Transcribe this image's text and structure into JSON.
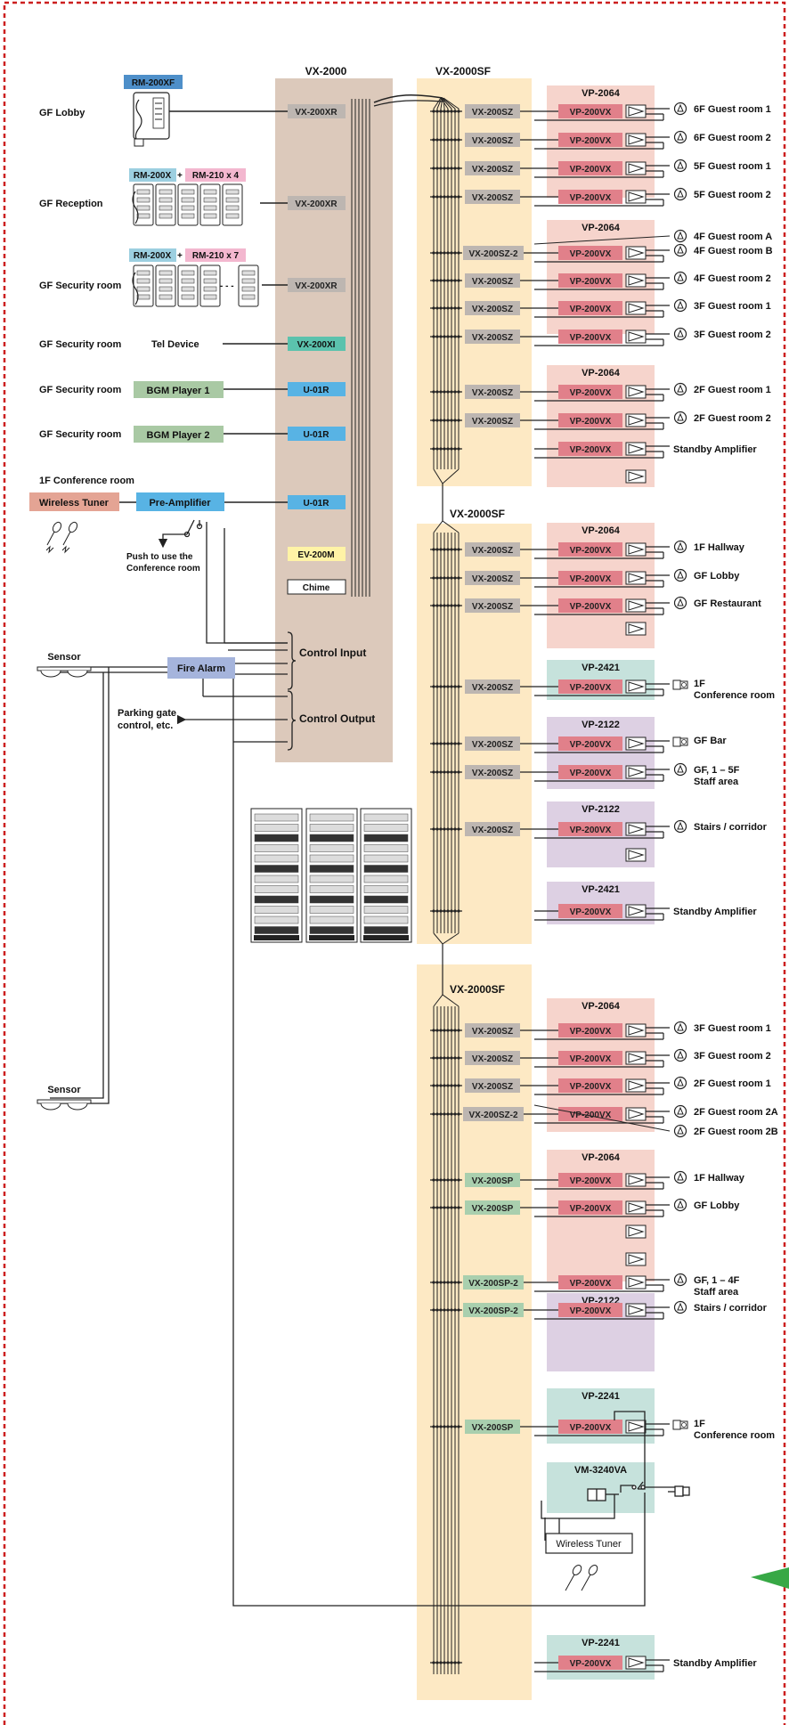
{
  "colors": {
    "border": "#cc1f1f",
    "matrix_panel": "#dcc9bb",
    "sf_panel": "#fde9c4",
    "vp_pink": "#f6d4cc",
    "vp_green": "#c6e2dc",
    "vp_purple": "#ddd0e3",
    "mod_gray": "#bdb6b1",
    "mod_green": "#a9cfae",
    "amp_red": "#e1808a",
    "input_blue": "#58b3e4",
    "input_teal": "#5bc2ad",
    "bgm_green": "#a9c9a4",
    "wireless": "#e4a494",
    "fire_alarm": "#a5b4dc",
    "ev_yellow": "#fff3a6",
    "rm_blue": "#4e8fc9",
    "rm_lightblue": "#9ccfe0",
    "rm_pink": "#f3b7cf",
    "accent_triangle": "#37a845"
  },
  "headers": {
    "vx2000": "VX-2000",
    "sf1": "VX-2000SF",
    "sf2": "VX-2000SF",
    "sf3": "VX-2000SF"
  },
  "inputs": {
    "lobby_label": "GF  Lobby",
    "rm200xf": "RM-200XF",
    "reception_label": "GF  Reception",
    "rm200x_a": "RM-200X",
    "rm210x4": "RM-210 x 4",
    "security1_label": "GF  Security room",
    "rm200x_b": "RM-200X",
    "rm210x7": "RM-210 x 7",
    "security2_label": "GF  Security room",
    "tel_device": "Tel Device",
    "security3_label": "GF  Security room",
    "bgm1": "BGM Player 1",
    "security4_label": "GF  Security room",
    "bgm2": "BGM Player 2",
    "conf_label": "1F  Conference room",
    "wireless_tuner": "Wireless Tuner",
    "pre_amp": "Pre-Amplifier",
    "push_note_1": "Push to use the",
    "push_note_2": "Conference room",
    "sensor_top": "Sensor",
    "sensor_bottom": "Sensor",
    "fire_alarm": "Fire Alarm",
    "parking_1": "Parking gate",
    "parking_2": "control, etc."
  },
  "matrix_modules": {
    "xr1": "VX-200XR",
    "xr2": "VX-200XR",
    "xr3": "VX-200XR",
    "xi": "VX-200XI",
    "u1": "U-01R",
    "u2": "U-01R",
    "u3": "U-01R",
    "ev": "EV-200M",
    "chime": "Chime",
    "control_input": "Control Input",
    "control_output": "Control Output",
    "dots": "- - -"
  },
  "vp_groups": [
    {
      "label": "VP-2064"
    },
    {
      "label": "VP-2064"
    },
    {
      "label": "VP-2064"
    },
    {
      "label": "VP-2064"
    },
    {
      "label": "VP-2421"
    },
    {
      "label": "VP-2122"
    },
    {
      "label": "VP-2122"
    },
    {
      "label": "VP-2421"
    },
    {
      "label": "VP-2064"
    },
    {
      "label": "VP-2064"
    },
    {
      "label": "VP-2122"
    },
    {
      "label": "VP-2241"
    },
    {
      "label": "VM-3240VA"
    },
    {
      "label": "VP-2241"
    }
  ],
  "channels": [
    {
      "module": "VX-200SZ",
      "amp": "VP-200VX",
      "out": "6F  Guest room 1"
    },
    {
      "module": "VX-200SZ",
      "amp": "VP-200VX",
      "out": "6F  Guest room 2"
    },
    {
      "module": "VX-200SZ",
      "amp": "VP-200VX",
      "out": "5F  Guest room 1"
    },
    {
      "module": "VX-200SZ",
      "amp": "VP-200VX",
      "out": "5F  Guest room 2"
    },
    {
      "module": "VX-200SZ-2",
      "amp": "VP-200VX",
      "out": "4F  Guest room B",
      "out2": "4F  Guest room A"
    },
    {
      "module": "VX-200SZ",
      "amp": "VP-200VX",
      "out": "4F  Guest room 2"
    },
    {
      "module": "VX-200SZ",
      "amp": "VP-200VX",
      "out": "3F  Guest room 1"
    },
    {
      "module": "VX-200SZ",
      "amp": "VP-200VX",
      "out": "3F  Guest room 2"
    },
    {
      "module": "VX-200SZ",
      "amp": "VP-200VX",
      "out": "2F  Guest room 1"
    },
    {
      "module": "VX-200SZ",
      "amp": "VP-200VX",
      "out": "2F  Guest room 2"
    },
    {
      "module": "",
      "amp": "VP-200VX",
      "out": "Standby Amplifier"
    },
    {
      "module": "VX-200SZ",
      "amp": "VP-200VX",
      "out": "1F    Hallway"
    },
    {
      "module": "VX-200SZ",
      "amp": "VP-200VX",
      "out": "GF   Lobby"
    },
    {
      "module": "VX-200SZ",
      "amp": "VP-200VX",
      "out": "GF   Restaurant"
    },
    {
      "module": "VX-200SZ",
      "amp": "VP-200VX",
      "out": "1F",
      "out2": "Conference room"
    },
    {
      "module": "VX-200SZ",
      "amp": "VP-200VX",
      "out": "GF  Bar"
    },
    {
      "module": "VX-200SZ",
      "amp": "VP-200VX",
      "out": "GF, 1 – 5F",
      "out2": "Staff area"
    },
    {
      "module": "VX-200SZ",
      "amp": "VP-200VX",
      "out": "Stairs / corridor"
    },
    {
      "module": "",
      "amp": "VP-200VX",
      "out": "Standby Amplifier"
    },
    {
      "module": "VX-200SZ",
      "amp": "VP-200VX",
      "out": "3F  Guest room 1"
    },
    {
      "module": "VX-200SZ",
      "amp": "VP-200VX",
      "out": "3F  Guest room 2"
    },
    {
      "module": "VX-200SZ",
      "amp": "VP-200VX",
      "out": "2F  Guest room 1"
    },
    {
      "module": "VX-200SZ-2",
      "amp": "VP-200VX",
      "out": "2F  Guest room 2A",
      "out2": "2F  Guest room 2B"
    },
    {
      "module": "VX-200SP",
      "amp": "VP-200VX",
      "out": "1F  Hallway"
    },
    {
      "module": "VX-200SP",
      "amp": "VP-200VX",
      "out": "GF Lobby"
    },
    {
      "module": "VX-200SP-2",
      "amp": "VP-200VX",
      "out": "GF, 1 – 4F",
      "out2": "Staff area"
    },
    {
      "module": "VX-200SP-2",
      "amp": "VP-200VX",
      "out": "Stairs / corridor"
    },
    {
      "module": "VX-200SP",
      "amp": "VP-200VX",
      "out": "1F",
      "out2": "Conference room"
    },
    {
      "module": "",
      "amp": "VP-200VX",
      "out": "Standby Amplifier"
    }
  ],
  "conference_tuner": "Wireless Tuner"
}
